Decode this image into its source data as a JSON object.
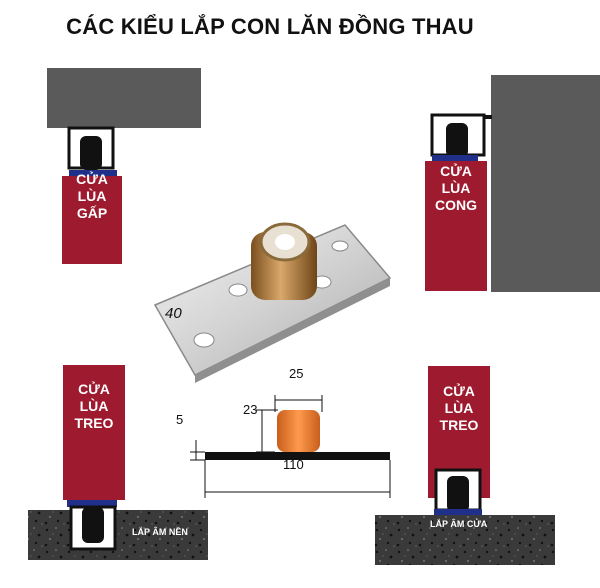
{
  "title": "CÁC KIỂU LẮP CON LĂN ĐỒNG THAU",
  "doors": {
    "top_left": "CỬA\nLÙA\nGẤP",
    "top_right": "CỬA\nLÙA\nCONG",
    "bottom_left": "CỬA\nLÙA\nTREO",
    "bottom_right": "CỬA\nLÙA\nTREO"
  },
  "floors": {
    "left": "LẮP ÂM NỀN",
    "right": "LẮP ÂM CỬA"
  },
  "plate_label": "40",
  "dimensions": {
    "width_top": "25",
    "height_roller": "23",
    "rail_thickness": "5",
    "rail_length": "110"
  },
  "colors": {
    "door_red": "#9e1b2f",
    "wall_gray": "#5a5a5a",
    "bracket_blue": "#1f2f8a",
    "roller_orange": "#f07d2e",
    "brass": "#b8874a"
  }
}
